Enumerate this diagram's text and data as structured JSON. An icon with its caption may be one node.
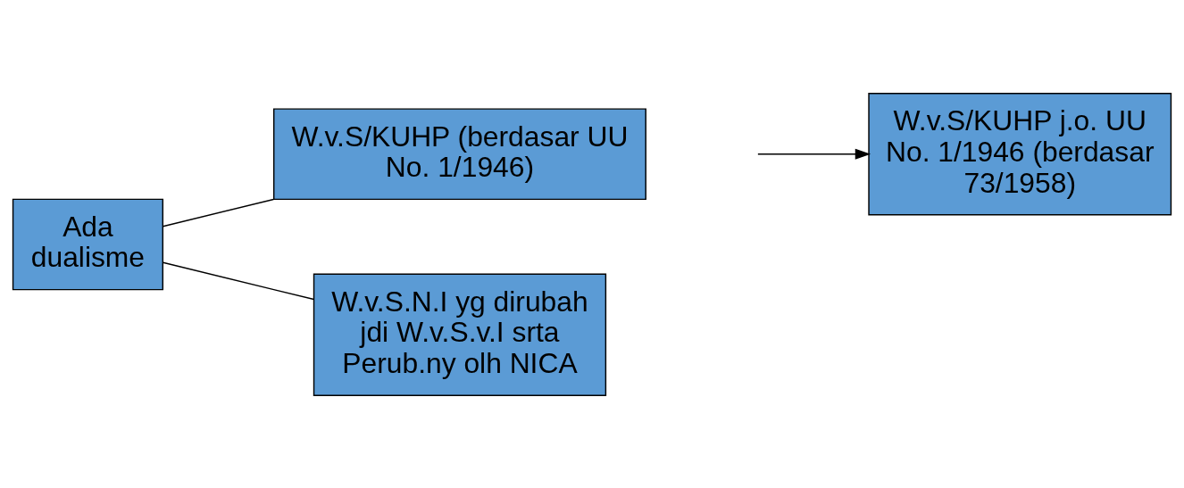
{
  "diagram": {
    "nodes": [
      {
        "text": [
          "Ada dualisme"
        ]
      },
      {
        "text": [
          "W.v.S/KUHP (berdasar UU No. 1/1946)"
        ]
      },
      {
        "text": [
          "W.v.S.N.I yg dirubah jdi W.v.S.v.I srta Perub.ny olh NICA"
        ]
      },
      {
        "text": [
          "W.v.S/KUHP j.o. UU No. 1/1946 (berdasar 73/1958)"
        ]
      }
    ],
    "edges": [
      {
        "from": 0,
        "to": 1,
        "arrow": "none"
      },
      {
        "from": 0,
        "to": 2,
        "arrow": "none"
      },
      {
        "from": null,
        "to": 3,
        "arrow": "to"
      }
    ]
  }
}
